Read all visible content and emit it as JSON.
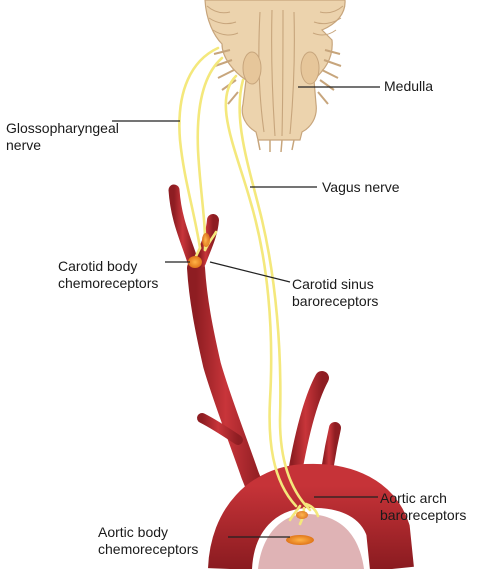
{
  "labels": {
    "medulla": "Medulla",
    "glossopharyngeal_line1": "Glossopharyngeal",
    "glossopharyngeal_line2": "nerve",
    "vagus": "Vagus nerve",
    "carotid_body_line1": "Carotid body",
    "carotid_body_line2": "chemoreceptors",
    "carotid_sinus_line1": "Carotid sinus",
    "carotid_sinus_line2": "baroreceptors",
    "aortic_arch_line1": "Aortic arch",
    "aortic_arch_line2": "baroreceptors",
    "aortic_body_line1": "Aortic body",
    "aortic_body_line2": "chemoreceptors"
  },
  "colors": {
    "artery": "#b3282e",
    "artery_dark": "#7d1a1f",
    "nerve": "#f4e87c",
    "brainstem": "#ecd3ad",
    "brainstem_line": "#c7a57c",
    "receptor": "#f28c1e",
    "leader": "#222222"
  }
}
